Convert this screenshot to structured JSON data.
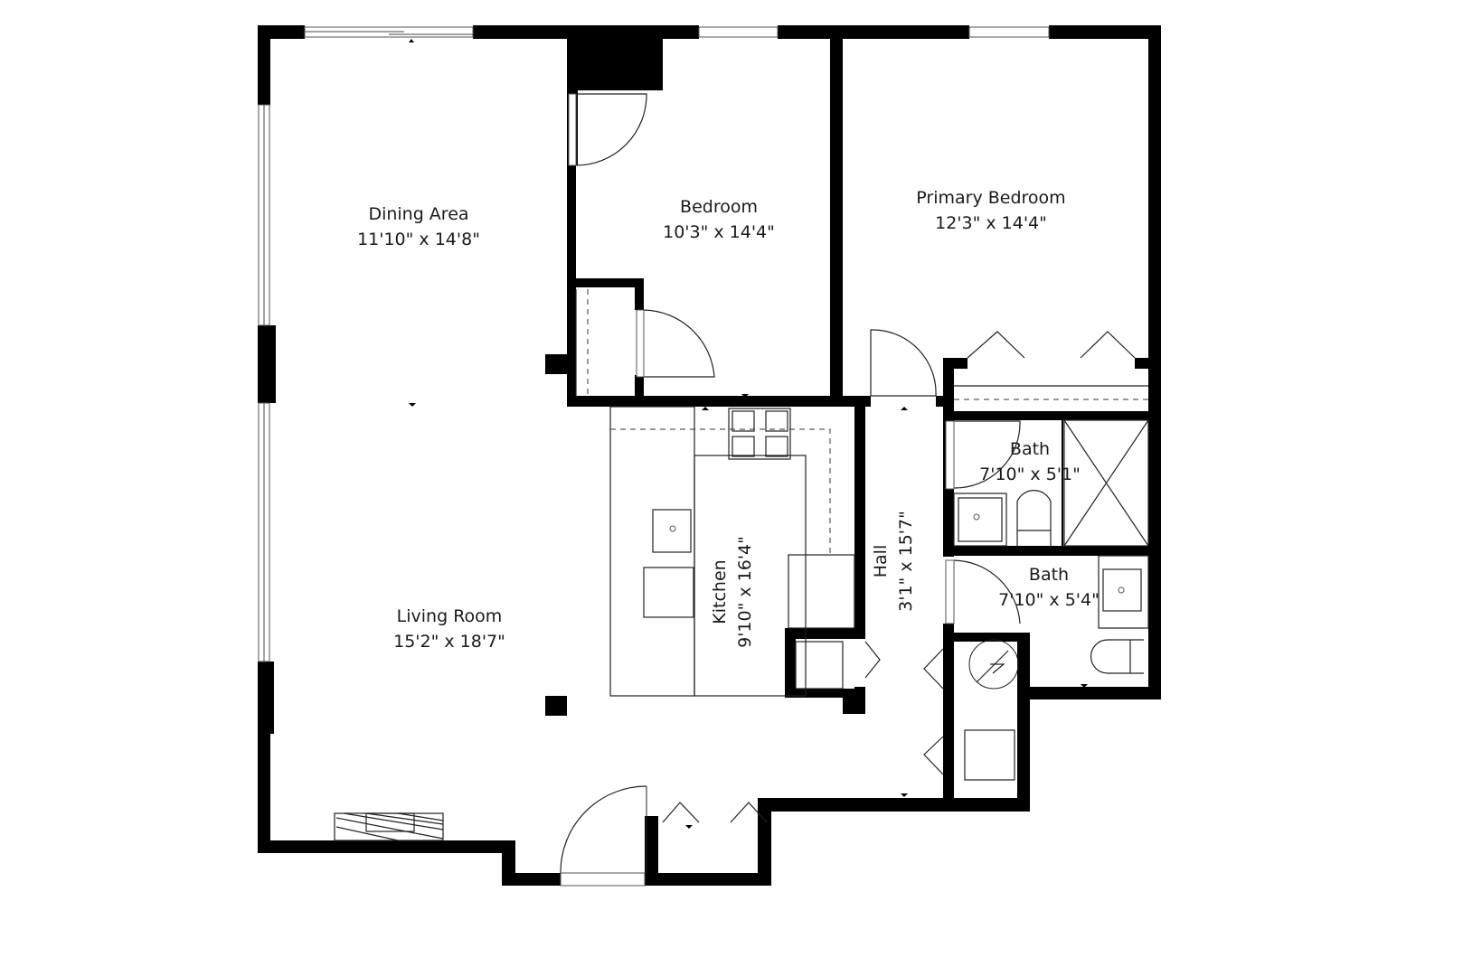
{
  "floorplan": {
    "rooms": [
      {
        "id": "dining-area",
        "name": "Dining Area",
        "dims": "11'10\" x 14'8\""
      },
      {
        "id": "bedroom",
        "name": "Bedroom",
        "dims": "10'3\" x 14'4\""
      },
      {
        "id": "primary-bedroom",
        "name": "Primary Bedroom",
        "dims": "12'3\" x 14'4\""
      },
      {
        "id": "bath-1",
        "name": "Bath",
        "dims": "7'10\" x 5'1\""
      },
      {
        "id": "bath-2",
        "name": "Bath",
        "dims": "7'10\" x 5'4\""
      },
      {
        "id": "kitchen",
        "name": "Kitchen",
        "dims": "9'10\" x 16'4\""
      },
      {
        "id": "hall",
        "name": "Hall",
        "dims": "3'1\" x 15'7\""
      },
      {
        "id": "living-room",
        "name": "Living Room",
        "dims": "15'2\" x 18'7\""
      }
    ],
    "colors": {
      "wall": "#000000",
      "background": "#ffffff",
      "text": "#1a1a1a",
      "fixture_line": "#222222"
    }
  }
}
